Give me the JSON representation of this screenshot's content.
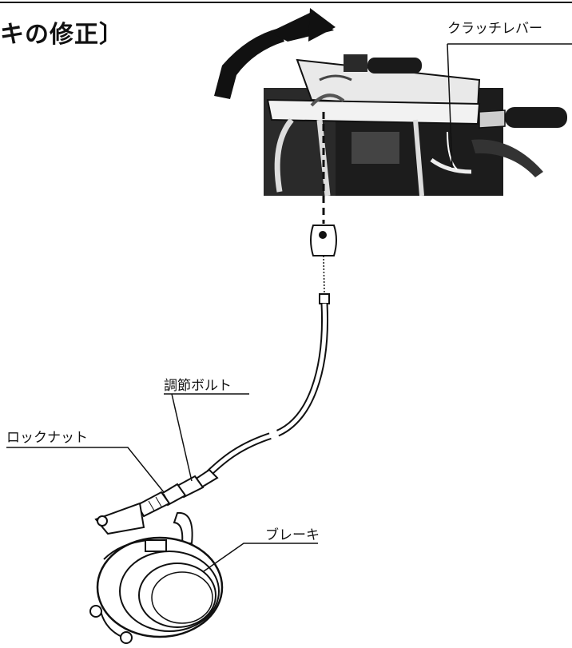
{
  "title": "キの修正〕",
  "labels": {
    "clutch_lever": "クラッチレバー",
    "adjust_bolt": "調節ボルト",
    "lock_nut": "ロックナット",
    "brake": "ブレーキ"
  },
  "colors": {
    "ink": "#111111",
    "photo_dark": "#1a1a1a",
    "photo_light": "#e8e8e8",
    "background": "#ffffff"
  }
}
